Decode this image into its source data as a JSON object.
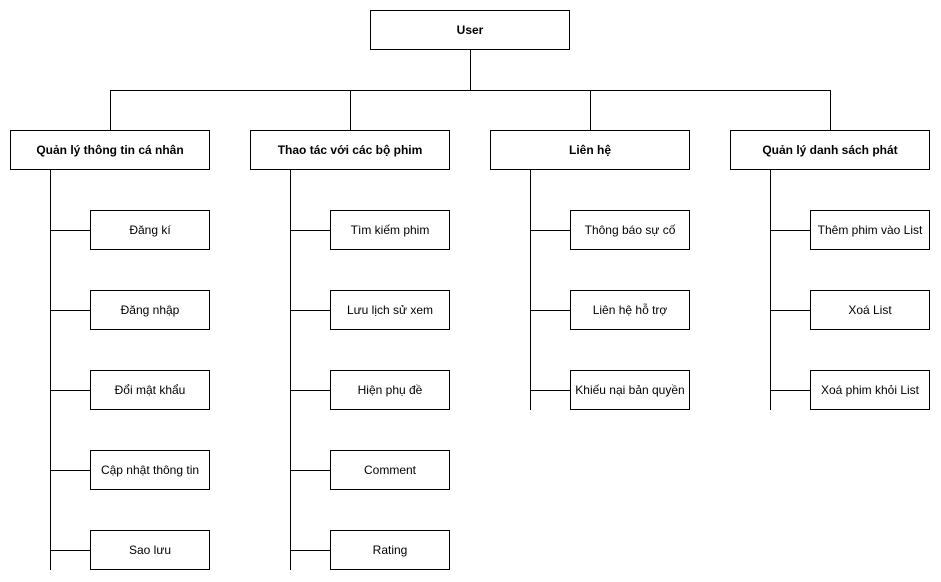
{
  "root": {
    "label": "User"
  },
  "categories": [
    {
      "label": "Quản lý thông tin cá nhân",
      "items": [
        "Đăng kí",
        "Đăng nhập",
        "Đổi mật khẩu",
        "Cập nhật thông tin",
        "Sao lưu"
      ]
    },
    {
      "label": "Thao tác với các bộ phim",
      "items": [
        "Tìm kiếm phim",
        "Lưu lịch sử xem",
        "Hiện phụ đề",
        "Comment",
        "Rating"
      ]
    },
    {
      "label": "Liên hệ",
      "items": [
        "Thông báo sự cố",
        "Liên hệ hỗ trợ",
        "Khiếu nại bản quyền"
      ]
    },
    {
      "label": "Quản lý danh sách phát",
      "items": [
        "Thêm phim vào List",
        "Xoá List",
        "Xoá phim khỏi List"
      ]
    }
  ],
  "colors": {
    "line": "#000000",
    "box_border": "#000000",
    "background": "#ffffff"
  }
}
